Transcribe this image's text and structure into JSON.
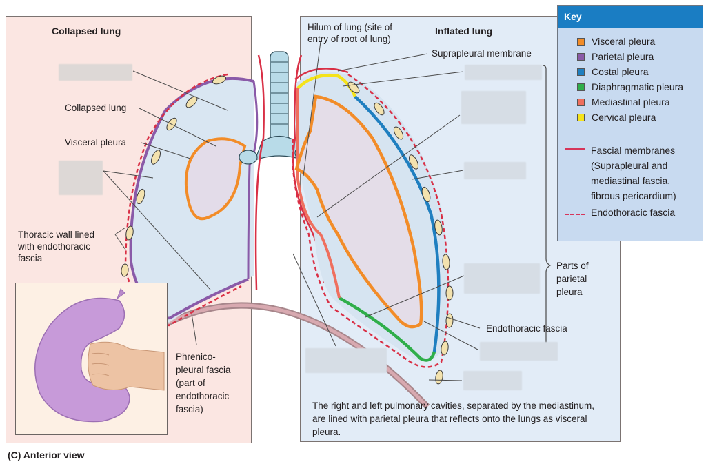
{
  "panels": {
    "left_title": "Collapsed lung",
    "right_title": "Inflated lung"
  },
  "labels": {
    "collapsed_lung": "Collapsed lung",
    "visceral_pleura": "Visceral pleura",
    "thoracic_wall": [
      "Thoracic wall lined",
      "with endothoracic",
      "fascia"
    ],
    "phrenicopleural": [
      "Phrenico-",
      "pleural fascia",
      "(part of",
      "endothoracic",
      "fascia)"
    ],
    "hilum": [
      "Hilum of lung (site of",
      "entry of root of lung)"
    ],
    "suprapleural": "Suprapleural membrane",
    "parts_of_parietal": [
      "Parts of",
      "parietal",
      "pleura"
    ],
    "endothoracic": "Endothoracic fascia"
  },
  "footnote": "The right and left pulmonary cavities, separated by the mediastinum, are lined with parietal pleura that reflects onto the lungs as visceral pleura.",
  "caption": "(C)  Anterior view",
  "key": {
    "title": "Key",
    "items": [
      {
        "label": "Visceral pleura",
        "color": "#f28c28"
      },
      {
        "label": "Parietal pleura",
        "color": "#8a5aa8"
      },
      {
        "label": "Costal pleura",
        "color": "#1f7fc0"
      },
      {
        "label": "Diaphragmatic pleura",
        "color": "#2fae4a"
      },
      {
        "label": "Mediastinal pleura",
        "color": "#ef6f5e"
      },
      {
        "label": "Cervical pleura",
        "color": "#f5e31a"
      }
    ],
    "line_items": [
      {
        "label": [
          "Fascial membranes",
          "(Suprapleural and",
          "mediastinal fascia,",
          "fibrous pericardium)"
        ],
        "style": "solid",
        "color": "#d6355a"
      },
      {
        "label": [
          "Endothoracic fascia"
        ],
        "style": "dashed",
        "color": "#d6355a"
      }
    ]
  },
  "colors": {
    "visceral": "#f28c28",
    "parietal": "#8a5aa8",
    "costal": "#1f7fc0",
    "diaphragmatic": "#2fae4a",
    "mediastinal": "#ef6f5e",
    "cervical": "#f5e31a",
    "fascia": "#d92f45",
    "left_bg": "#fbe6e2",
    "right_bg": "#e2ecf7",
    "key_header": "#1a7dc3"
  }
}
